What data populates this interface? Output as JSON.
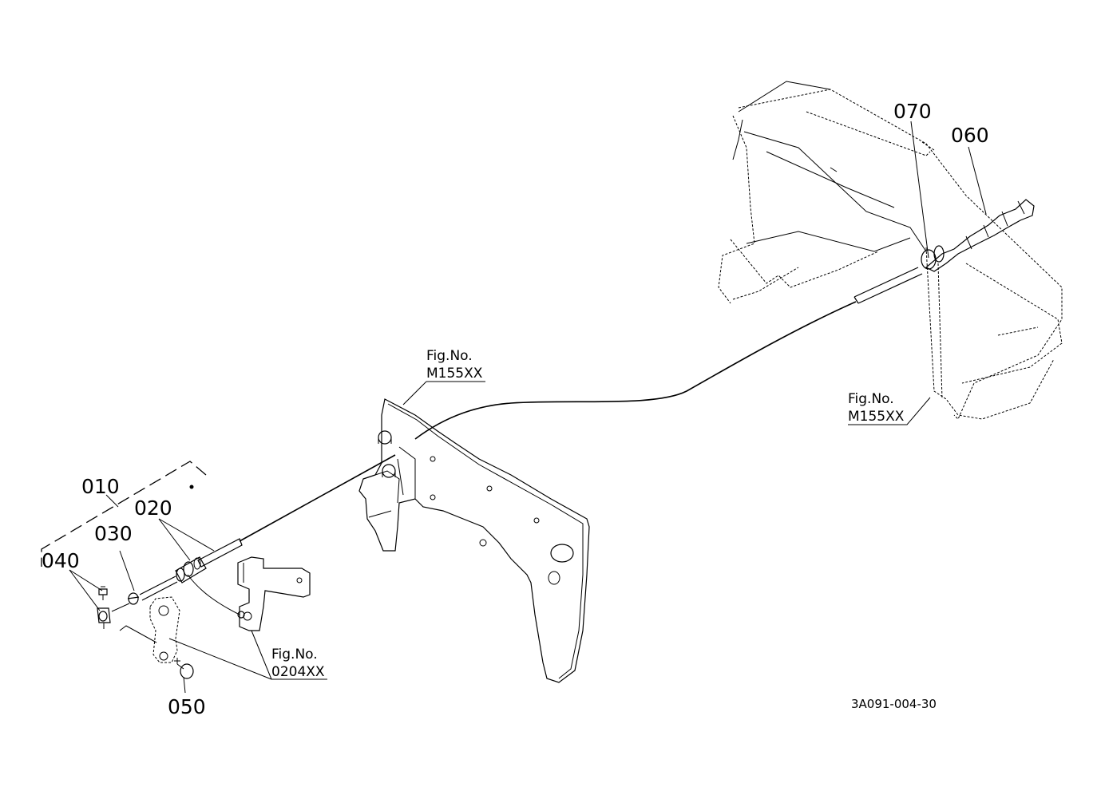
{
  "callouts": {
    "p010": "010",
    "p020": "020",
    "p030": "030",
    "p040": "040",
    "p050": "050",
    "p060": "060",
    "p070": "070"
  },
  "fig_refs": {
    "ref_center": {
      "line1": "Fig.No.",
      "line2": "M155XX"
    },
    "ref_right": {
      "line1": "Fig.No.",
      "line2": "M155XX"
    },
    "ref_bottom": {
      "line1": "Fig.No.",
      "line2": "0204XX"
    }
  },
  "drawing_code": "3A091-004-30"
}
